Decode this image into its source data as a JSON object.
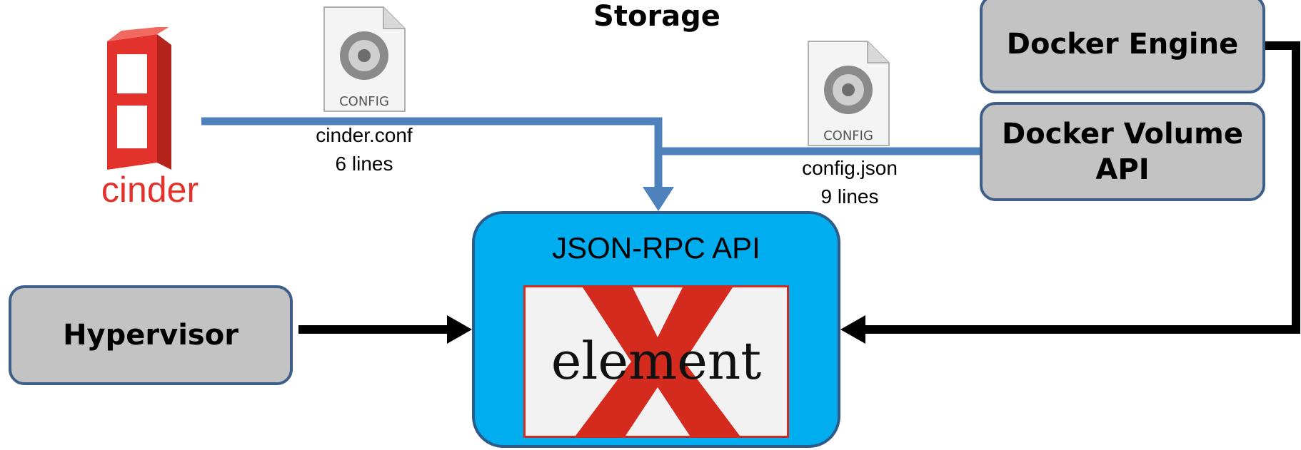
{
  "title": "Storage",
  "docker_engine": "Docker Engine",
  "docker_volume_api": "Docker Volume API",
  "hypervisor": "Hypervisor",
  "json_rpc_api": "JSON-RPC API",
  "cinder_logo_text": "cinder",
  "element_logo_text": "element",
  "cinder_config": {
    "icon_label": "CONFIG",
    "filename": "cinder.conf",
    "lines": "6 lines"
  },
  "docker_config": {
    "icon_label": "CONFIG",
    "filename": "config.json",
    "lines": "9 lines"
  },
  "colors": {
    "blue_connector": "#4f81bd",
    "api_box": "#00aeef",
    "gray_box": "#c3c3c3",
    "box_border": "#3e5f8a",
    "cinder_red": "#e3322b",
    "element_red": "#d52b1e"
  }
}
